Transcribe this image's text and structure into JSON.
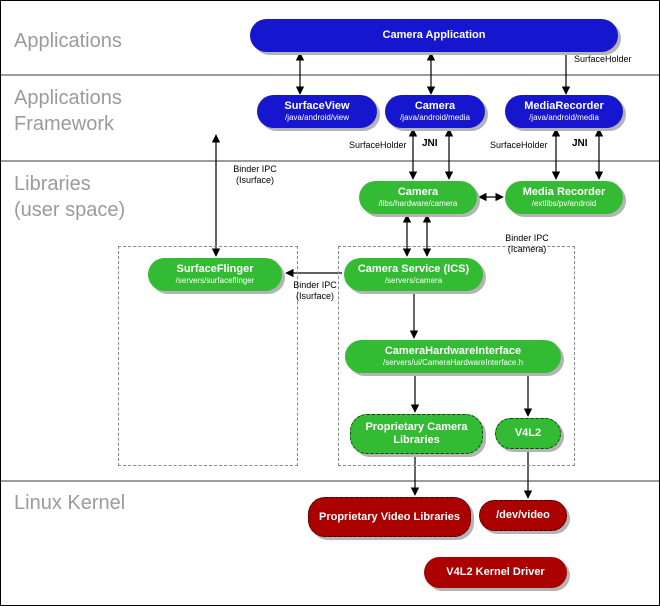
{
  "diagram": {
    "layer_labels": {
      "applications": [
        "Applications"
      ],
      "applications_framework": [
        "Applications",
        "Framework"
      ],
      "libraries": [
        "Libraries",
        "(user space)"
      ],
      "linux_kernel": [
        "Linux Kernel"
      ]
    },
    "nodes": {
      "camera_application": {
        "title": "Camera Application"
      },
      "surface_view": {
        "title": "SurfaceView",
        "path": "/java/android/view"
      },
      "camera_framework": {
        "title": "Camera",
        "path": "/java/android/media"
      },
      "media_recorder_framework": {
        "title": "MediaRecorder",
        "path": "/java/android/media"
      },
      "camera_library": {
        "title": "Camera",
        "path": "/libs/hardware/camera"
      },
      "media_recorder_library": {
        "title": "Media Recorder",
        "path": "/extlibs/pv/android"
      },
      "surface_flinger": {
        "title": "SurfaceFlinger",
        "path": "/servers/surfaceflinger"
      },
      "camera_service": {
        "title": "Camera Service (ICS)",
        "path": "/servers/camera"
      },
      "camera_hardware_interface": {
        "title": "CameraHardwareInterface",
        "path": "/servers/ui/CameraHardwareInterface.h"
      },
      "proprietary_camera_libraries": {
        "title": "Proprietary Camera Libraries"
      },
      "v4l2": {
        "title": "V4L2"
      },
      "proprietary_video_libraries": {
        "title": "Proprietary Video Libraries"
      },
      "dev_video": {
        "title": "/dev/video"
      },
      "v4l2_kernel_driver": {
        "title": "V4L2 Kernel Driver"
      }
    },
    "edge_labels": {
      "surface_holder_app_recorder": "SurfaceHolder",
      "surface_holder_camera": "SurfaceHolder",
      "jni_camera": "JNI",
      "surface_holder_recorder": "SurfaceHolder",
      "jni_recorder": "JNI",
      "binder_ipc_surfaceview": [
        "Binder IPC",
        "(Isurface)"
      ],
      "binder_ipc_cameraservice": [
        "Binder IPC",
        "(Isurface)"
      ],
      "binder_ipc_icamera": [
        "Binder IPC",
        "(Icamera)"
      ]
    },
    "colors": {
      "framework_box": "#1616cf",
      "library_box": "#33bb33",
      "kernel_box": "#aa0000",
      "layer_label_text": "#9b9b9b",
      "shadow": "#b4b4b4"
    }
  }
}
